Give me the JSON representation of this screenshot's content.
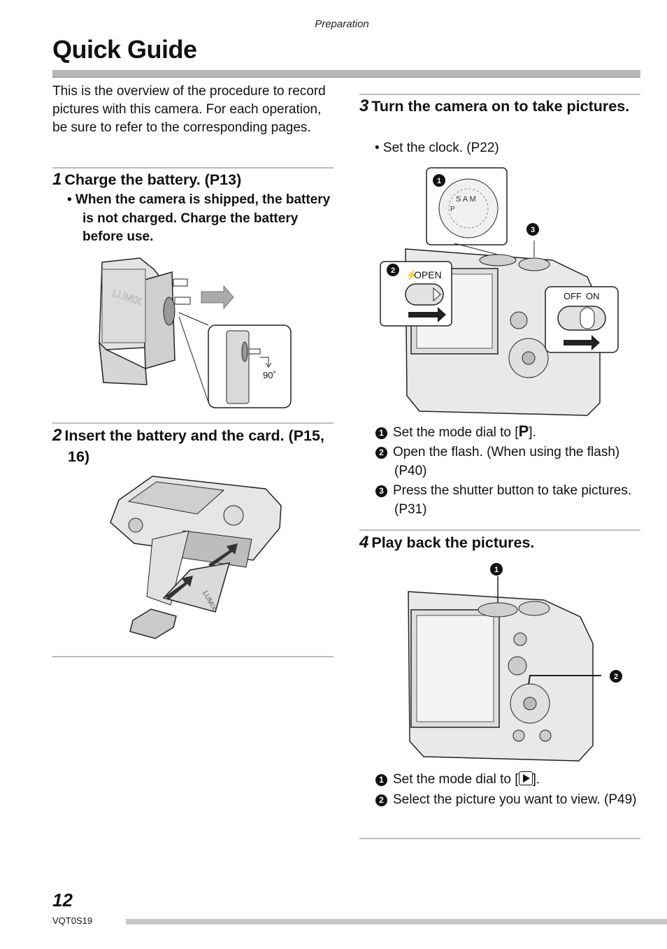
{
  "header": {
    "section": "Preparation",
    "title": "Quick Guide"
  },
  "intro": "This is the overview of the procedure to record pictures with this camera. For each operation, be sure to refer to the corresponding pages.",
  "steps": [
    {
      "number": "1",
      "heading": "Charge the battery. (P13)",
      "bullet": "• When the camera is shipped, the battery is not charged. Charge the battery before use.",
      "figure_labels": {
        "brand": "LUMIX",
        "angle": "90˚"
      }
    },
    {
      "number": "2",
      "heading": "Insert the battery and the card. (P15, 16)",
      "figure_labels": {
        "brand": "LUMIX"
      }
    },
    {
      "number": "3",
      "heading": "Turn the camera on to take pictures.",
      "bullet": "• Set the clock. (P22)",
      "figure_labels": {
        "marker1": "1",
        "marker2": "2",
        "marker3": "3",
        "flash": "OPEN",
        "off": "OFF",
        "on": "ON"
      },
      "items": [
        {
          "marker": "1",
          "before": "Set the mode dial to [",
          "symbol": "P",
          "after": "]."
        },
        {
          "marker": "2",
          "text": "Open the flash. (When using the flash) (P40)"
        },
        {
          "marker": "3",
          "text": "Press the shutter button to take pictures. (P31)"
        }
      ]
    },
    {
      "number": "4",
      "heading": "Play back the pictures.",
      "figure_labels": {
        "marker1": "1",
        "marker2": "2"
      },
      "items": [
        {
          "marker": "1",
          "before": "Set the mode dial to [",
          "symbol_icon": "play-icon",
          "after": "]."
        },
        {
          "marker": "2",
          "text": "Select the picture you want to view. (P49)"
        }
      ]
    }
  ],
  "footer": {
    "page_number": "12",
    "doc_code": "VQT0S19"
  }
}
